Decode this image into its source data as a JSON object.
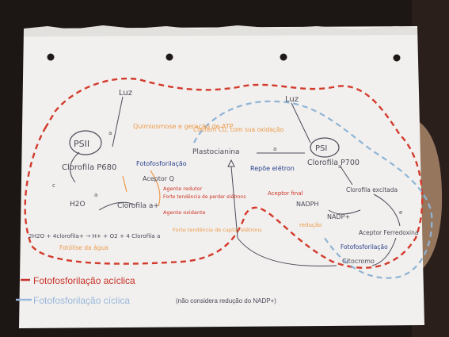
{
  "colors": {
    "background": "#1c1714",
    "paper": "#f1f0ee",
    "ink_gray": "#4c4a58",
    "red_dash": "#d33a2c",
    "blue_dash": "#8fb4d6",
    "orange": "#ee9a4a",
    "red_text": "#cf3326",
    "blue_text": "#2a3f8f",
    "legend_red": "#c8322a",
    "legend_blue": "#9ab8dc"
  },
  "labels": {
    "luz_left": "Luz",
    "luz_right": "Luz",
    "psii": "PSII",
    "psi": "PSI",
    "clorofila_p680": "Clorofila P680",
    "clorofila_p700": "Clorofila P700",
    "fotofosforilacao_mid": "Fotofosforilação",
    "aceptor_q": "Aceptor Q",
    "plastocianina": "Plastocianina",
    "repoe_eletron": "Repõe elétron",
    "quimiosmose": "Quimiosmose e geração de ATP",
    "contem_cu": "Contém Cu, com sua oxidação",
    "agente_redutor": "Agente redutor",
    "forte_tendencia_perder": "Forte tendência de perder elétrons",
    "agente_oxidante": "Agente oxidante",
    "forte_tendencia_captar": "Forte tendência de captar elétrons",
    "h2o": "H2O",
    "clorofila_a_plus": "Clorofila a+",
    "equation": "2H2O + 4clorofila+ → H+ + O2 + 4 Clorofila a",
    "fotolise": "Fotólise da água",
    "aceptor_final": "Aceptor final",
    "nadph": "NADPH",
    "nadp_plus": "NADP+",
    "redução": "redução",
    "clorofila_excitada": "Clorofila excitada",
    "aceptor_ferredoxina": "Aceptor Ferredoxina",
    "fotofosforilacao_right": "Fotofosforilação",
    "citocromo": "Citocromo",
    "letter_a_1": "a",
    "letter_a_2": "a",
    "letter_a_3": "a",
    "letter_a_4": "a",
    "letter_c": "c",
    "letter_e": "e"
  },
  "legend": {
    "aciclica": "Fotofosforilação acíclica",
    "ciclica": "Fotofosforilação cíclica",
    "ciclica_note": "(não considera redução do NADP+)"
  }
}
